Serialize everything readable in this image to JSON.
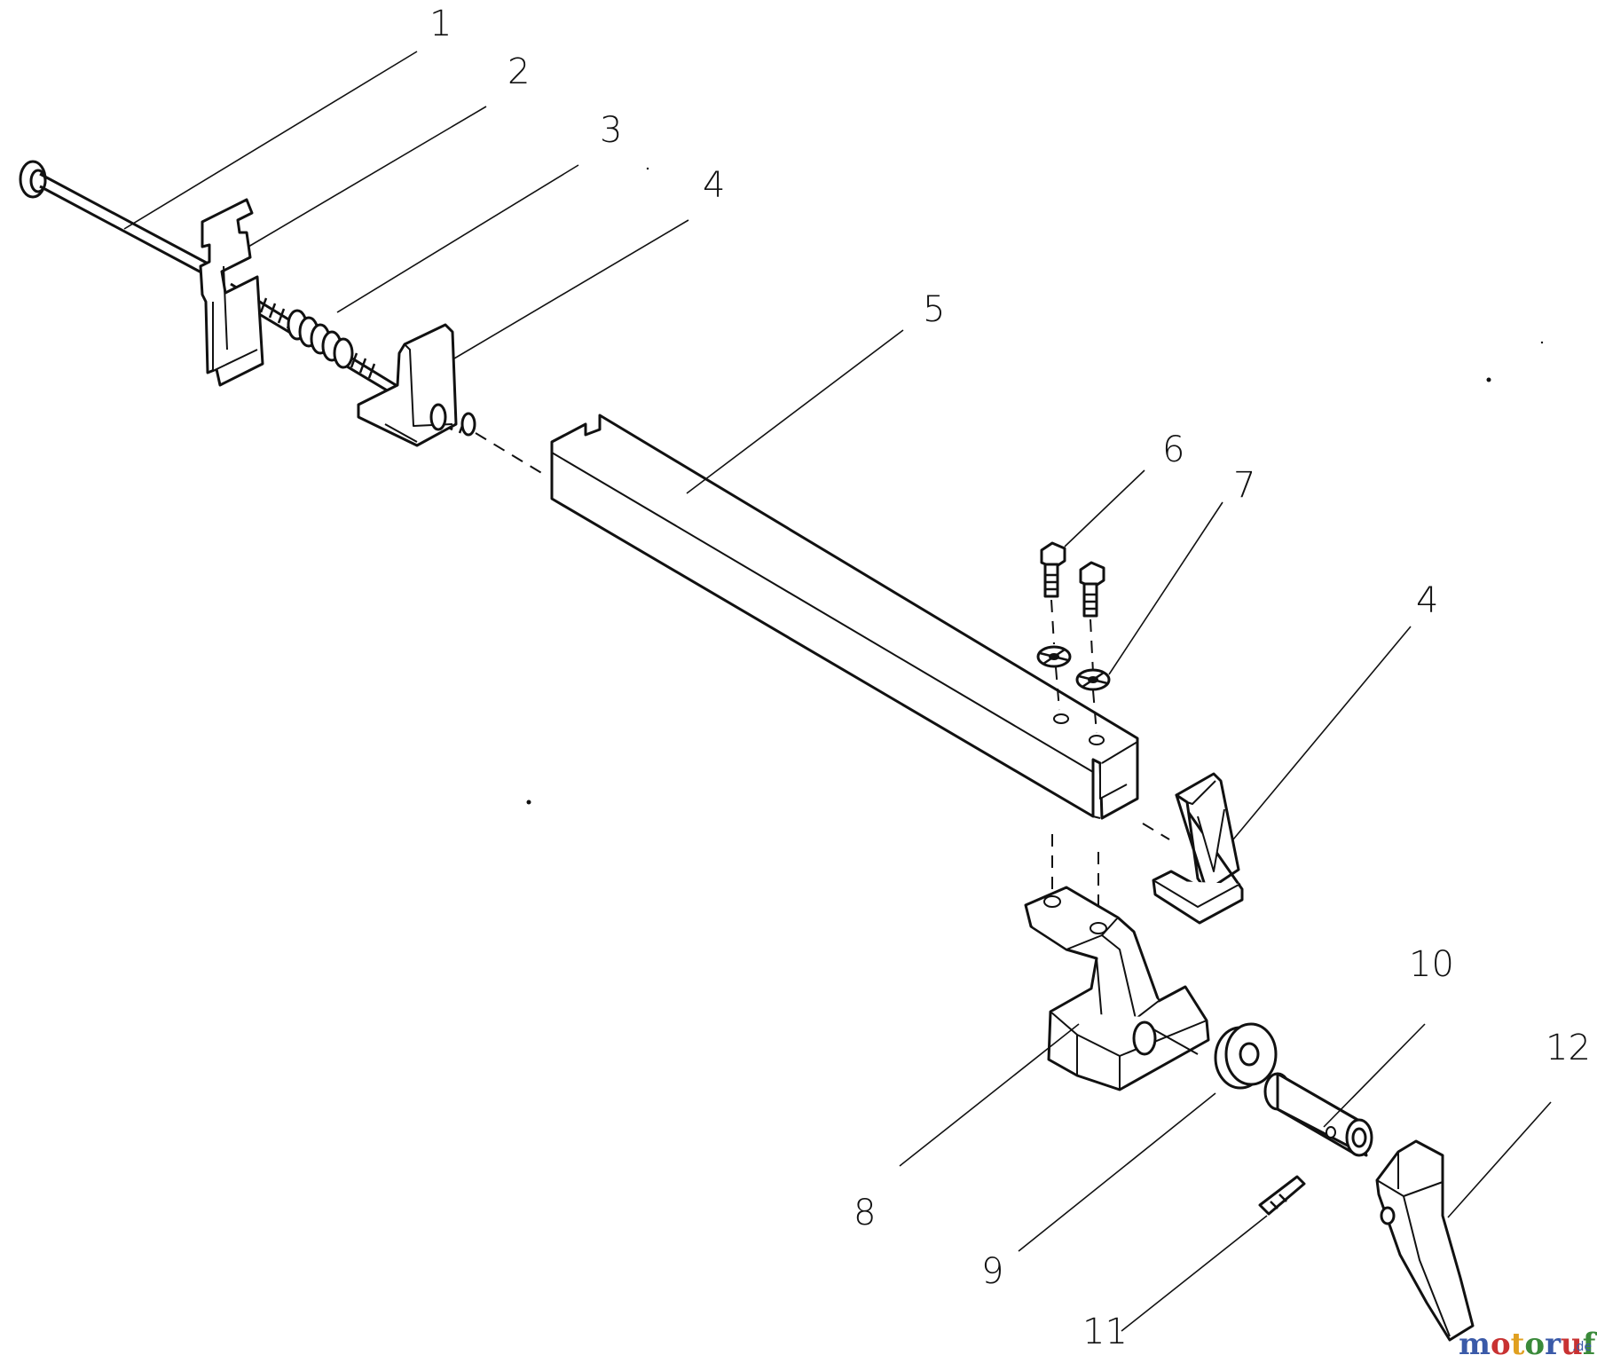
{
  "diagram": {
    "callouts": [
      {
        "id": "1",
        "label": "1"
      },
      {
        "id": "2",
        "label": "2"
      },
      {
        "id": "3",
        "label": "3"
      },
      {
        "id": "4a",
        "label": "4"
      },
      {
        "id": "5",
        "label": "5"
      },
      {
        "id": "6",
        "label": "6"
      },
      {
        "id": "7",
        "label": "7"
      },
      {
        "id": "4b",
        "label": "4"
      },
      {
        "id": "10",
        "label": "10"
      },
      {
        "id": "12",
        "label": "12"
      },
      {
        "id": "8",
        "label": "8"
      },
      {
        "id": "9",
        "label": "9"
      },
      {
        "id": "11",
        "label": "11"
      }
    ]
  },
  "watermark": {
    "part1": "moto",
    "part2": "ruf",
    "suffix": ".de",
    "colors": {
      "m": "#3a5aa8",
      "o1": "#c83232",
      "t": "#e0a020",
      "o2": "#3a8a3a",
      "r": "#3a5aa8",
      "u": "#c83232",
      "f": "#3a8a3a"
    }
  }
}
